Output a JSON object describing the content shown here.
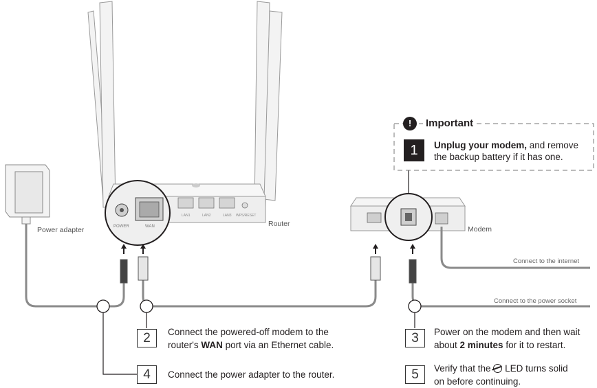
{
  "important": {
    "title": "Important",
    "icon": "exclamation-icon",
    "step1_number": "1",
    "step1_bold": "Unplug your modem,",
    "step1_rest_line1": " and remove",
    "step1_line2": "the backup battery if it has one."
  },
  "labels": {
    "power_adapter": "Power adapter",
    "router": "Router",
    "modem": "Modem",
    "connect_internet": "Connect to the internet",
    "connect_power_socket": "Connect to the power socket",
    "router_port_power": "POWER",
    "router_port_wan": "WAN",
    "router_port_lan1": "LAN1",
    "router_port_lan2": "LAN2",
    "router_port_lan3": "LAN3",
    "router_port_wps": "WPS/RESET"
  },
  "steps": [
    {
      "number": "2",
      "line1": "Connect the powered-off modem to the",
      "line2_pre": "router's ",
      "line2_bold": "WAN",
      "line2_post": " port via an Ethernet cable."
    },
    {
      "number": "3",
      "line1": "Power on the modem and then wait",
      "line2_pre": "about ",
      "line2_bold": "2 minutes",
      "line2_post": " for it to restart."
    },
    {
      "number": "4",
      "line1": "Connect the power adapter to the router."
    },
    {
      "number": "5",
      "line1_pre": "Verify that the ",
      "line1_icon": "internet-led-icon",
      "line1_post": " LED turns solid",
      "line2": "on before continuing."
    }
  ],
  "colors": {
    "ink": "#231f20",
    "device_fill": "#f2f2f2",
    "cable": "#8a8a8a"
  }
}
